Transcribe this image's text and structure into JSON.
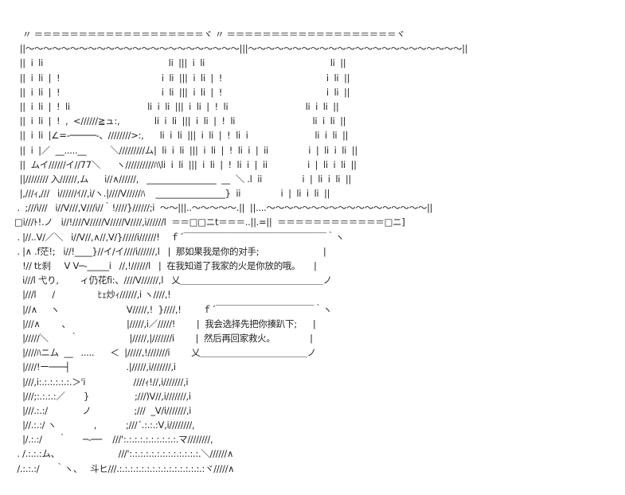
{
  "art_lines": [
    "   〃 ＝＝＝＝＝＝＝＝＝＝＝＝＝＝＝＝＝＝＝ヾ 〃 ＝＝＝＝＝＝＝＝＝＝＝＝＝＝＝＝＝＝＝ヾ",
    "  ||～～～～～～～～～～～～～～～～～～～～～～～～|||～～～～～～～～～～～～～～～～～～～～～～～～||",
    "  ||  i  li                                               li  |||  i  li                                               li  ||",
    "  ||  i  li  |  !                                      i  li  |||  i  li  |  !                                       i  li  ||",
    "  ||  i  li  |  !                                      i  li  |||  i  li  |  !                                       i  li  ||",
    "  ||  i  li  |  !  li                             li  i  li  |||  i  li  |  !  li                             li  i  li  ||",
    "  ||  i  li  |  !  ,  <//////≧ュ:,             li  i  li  |||  i  li  |  !  li                             li  i  li  ||",
    "  ||  i  li  |∠=-─────-、////////>:,      li  i  li  |||  i  li  |  !  li  i                         li  i  li  ||",
    "  ||  i  |／  __.....__         ＼/////////ム|  li  i  li  |||  i  li  |  !  li  i  |  ii               i  |  li  i  li  ||",
    "  ||  ムイ//////イ//77＼      ヽ//////////ﾊ\\li  i  li  |||  i  li  |  !  li  i  |  ii               i  |  li  i  li  ||",
    "  ||//////// 入//////,ム      i//∧//////,   ________________  __  ＼ .l  ii               i  |  li  i  li  ||",
    "  |,///ｨ,///   i//////ｲ//,i/ヽ.|////V/////ﾊ    ________________}  ii               i  |  li  i  li  ||",
    " .  ;///i///   i//V///,V///i//｀!////}//////;i  ～～|||..～～～～～.||  ||....～～～～～～～～～～～～～～～～～～||",
    "□i///ﾄ!.ノ   i//!////V/////V/////V////,i//////l  ＝＝□□ニt＝＝＝..||.=||  ＝＝＝＝＝＝＝＝＝＝＝＝□ニ]",
    " . |//..V/／＼   i//V//,∧//,V/}/////i//////!    ｆ´￣￣￣￣￣￣￣￣￣￣￣￣￣￣￣￣｀ヽ",
    " . |∧ .f茫!;   i//!____}//イ/イ////i//////,l   |  那如果我是你的对手;                        |",
    "   !// tﾋ刹     V V─-_____i   //,!//////l   |  在我知道了我家的火是你放的哦。     |",
    "   i///l 弋り,        ィ仍花fi:、////V//////,l   乂＿＿＿＿＿＿＿＿＿＿＿＿＿＿＿＿ノ",
    "   |///l      /                ﾋｪ炒ｨ//////,i ヽ////,!",
    "   |//∧     ヽ                         V/////,!  }////,!        ｆ´￣￣￣￣￣￣￣￣￣￣￣｀ヽ",
    "   |///∧        、                     |/////,i／/////!        |  我会选择先把你揍趴下;      |",
    "   |/////＼        ｀                   |/////,|///////i        |  然后再回家救火。             |",
    "   |////ﾊニム  __   .....      ＜  |/////,!///////i        乂＿＿＿＿＿＿＿＿＿＿＿＿ノ",
    "   |////!ー───┤                     .|/////,i///////,i",
    "   |///,i:.:.:.:.:.:.＞'i                  ////ｨ!//,i///////,i",
    "   |///;:.:.:.:／       }                 ;///)V//,i///////,i",
    "   |///.:.:/             ノ                ;///  _V/i///////,i",
    "   |//.:.:/ ヽ              ,           ;///´.:.:.:V,i////////,",
    "   |/.:.:/      ｀      ─-──    ///':.:.:.:.:.:.:.:.:.:.マ////////,",
    " . /.:.:.:ム、                      ///':.:.:.:.:.:.:.:.:.:.:.:.:.＼//////∧",
    " /.:.:.:/      ｀ヽ、   斗ヒ///.:.:.:.:.:.:.:.:.:.:.:.:.:.:.:.:ヾ/////∧"
  ]
}
